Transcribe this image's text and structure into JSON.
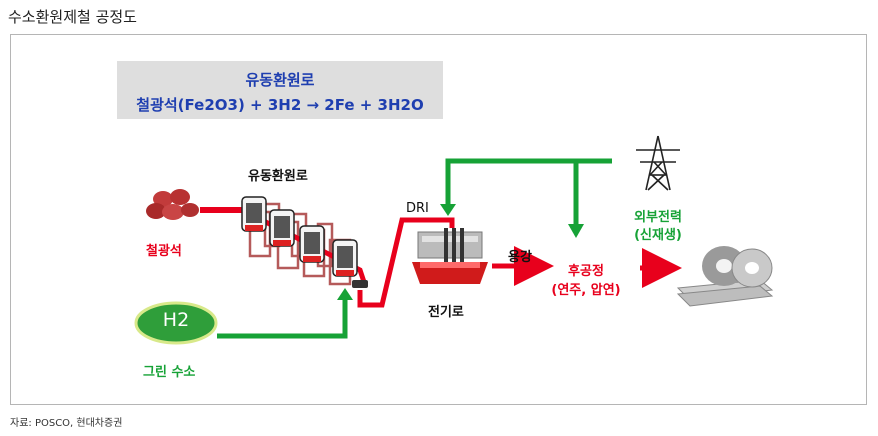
{
  "title": "수소환원제철 공정도",
  "source": "자료: POSCO, 현대차증권",
  "equation_box": {
    "title": "유동환원로",
    "equation": "철광석(Fe2O3) + 3H2 → 2Fe + 3H2O"
  },
  "labels": {
    "reactor": "유동환원로",
    "iron_ore": "철광석",
    "h2": "H2",
    "green_hydrogen": "그린 수소",
    "dri": "DRI",
    "electric_furnace": "전기로",
    "molten_steel": "용강",
    "post_process_line1": "후공정",
    "post_process_line2": "(연주, 압연)",
    "external_power_line1": "외부전력",
    "external_power_line2": "(신재생)"
  },
  "colors": {
    "red_flow": "#e8001c",
    "green_flow": "#16a236",
    "equation_text": "#1f3fb0",
    "equation_bg": "#dedede",
    "reactor_outline": "#b55a5a",
    "ore": "#c23b3b",
    "h2_fill": "#2f9e3a"
  },
  "icons": [
    "iron-ore-icon",
    "reactor-icon",
    "electric-furnace-icon",
    "power-tower-icon",
    "steel-coil-icon"
  ]
}
